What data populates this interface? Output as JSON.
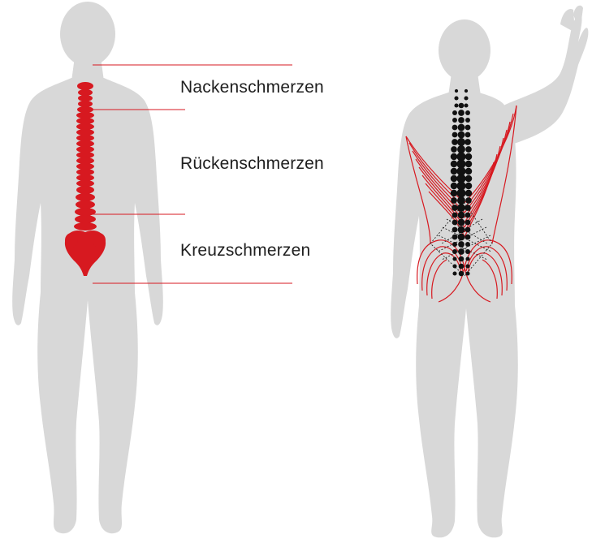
{
  "labels": {
    "neck": "Nackenschmerzen",
    "back": "Rückenschmerzen",
    "cross": "Kreuzschmerzen"
  },
  "colors": {
    "silhouette": "#d8d8d8",
    "accent": "#d71920",
    "text": "#1f1f1f",
    "dots": "#111111"
  },
  "figures": {
    "front_view": "human-front-silhouette",
    "back_view": "human-back-silhouette"
  }
}
